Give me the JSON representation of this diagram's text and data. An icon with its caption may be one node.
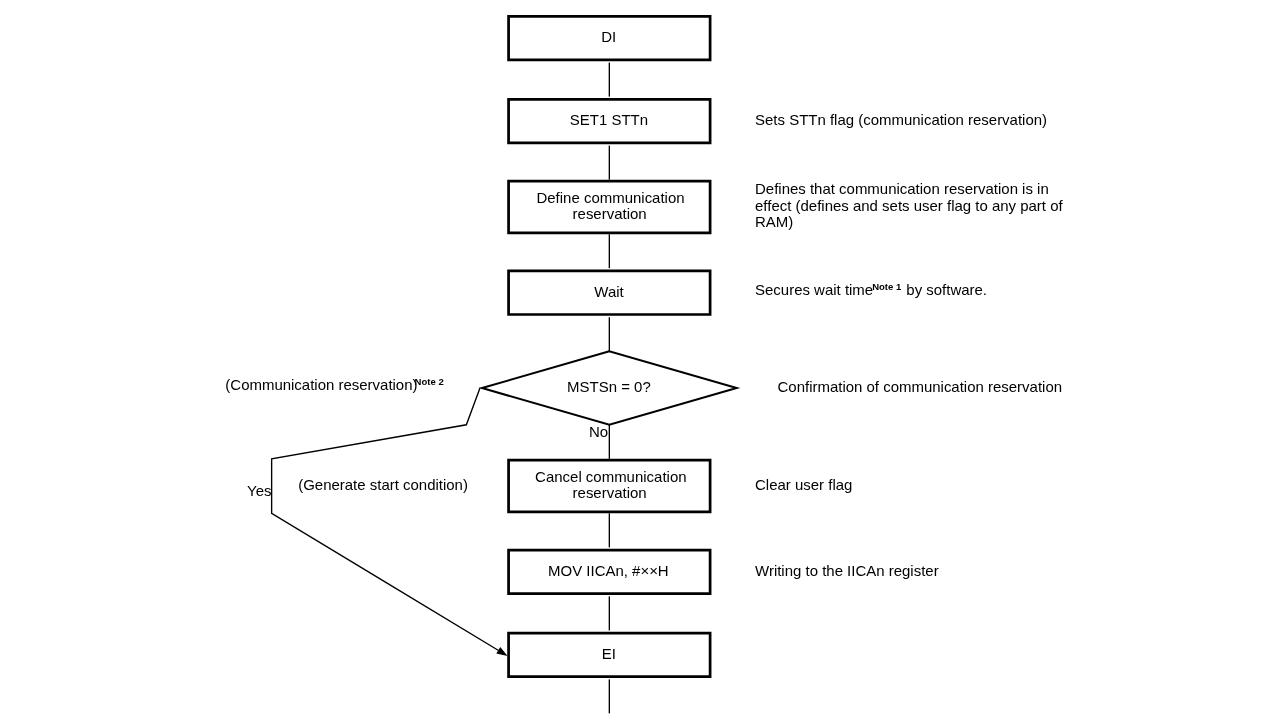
{
  "diagram": {
    "nodes": [
      {
        "text": [
          "DI"
        ]
      },
      {
        "text": [
          "SET1 STTn"
        ],
        "beside": [
          "Sets STTn flag (communication reservation)"
        ]
      },
      {
        "text": [
          "Define communication reservation"
        ],
        "beside": [
          "Defines that communication reservation is in effect (defines and sets user flag to any part of RAM)"
        ]
      },
      {
        "text": [
          "Wait"
        ],
        "beside": [
          "Secures wait time$^{Note 1}$ by software."
        ]
      },
      {
        "text": [
          "MSTSn = 0?"
        ],
        "beside": [
          "Confirmation of communication reservation"
        ]
      },
      {
        "text": [
          "Cancel communication reservation"
        ],
        "beside": [
          "Clear user flag"
        ]
      },
      {
        "text": [
          "MOV IICAn, #××H"
        ],
        "beside": [
          "Writing to the IICAn register"
        ]
      },
      {
        "text": [
          "EI"
        ]
      }
    ],
    "edges": [
      {
        "from": 0,
        "to": 1,
        "arrow": "none"
      },
      {
        "from": 1,
        "to": 2,
        "arrow": "none"
      },
      {
        "from": 2,
        "to": 3,
        "arrow": "none"
      },
      {
        "from": 3,
        "to": 4,
        "arrow": "none"
      },
      {
        "from": 4,
        "to": 5,
        "arrow": "none",
        "label": "No"
      },
      {
        "from": 5,
        "to": 6,
        "arrow": "none"
      },
      {
        "from": 4,
        "to": 7,
        "arrow": "to",
        "label": "Yes"
      },
      {
        "from": 6,
        "to": 7,
        "arrow": "none"
      },
      {
        "from": 7,
        "to": null,
        "arrow": "none"
      }
    ],
    "labels": [
      "(Communication reservation)$^{Note 2}$",
      "(Generate start condition)"
    ]
  }
}
